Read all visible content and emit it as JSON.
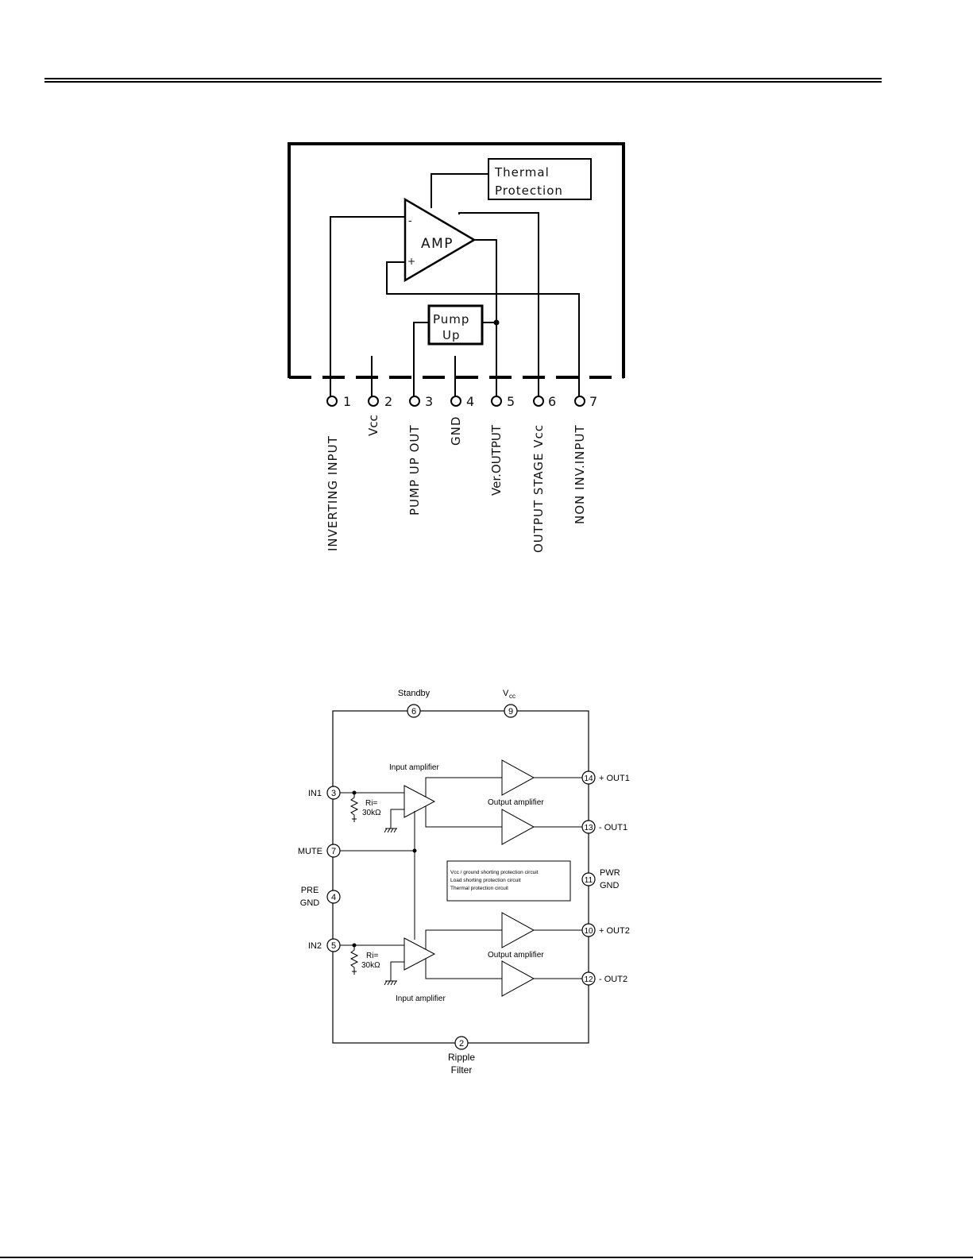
{
  "diagram1": {
    "thermal_line1": "Thermal",
    "thermal_line2": "Protection",
    "amp_label": "AMP",
    "amp_minus": "-",
    "amp_plus": "+",
    "pump_line1": "Pump",
    "pump_line2": "Up",
    "pins": [
      {
        "num": "1",
        "label": "INVERTING INPUT"
      },
      {
        "num": "2",
        "label": "Vcc"
      },
      {
        "num": "3",
        "label": "PUMP UP OUT"
      },
      {
        "num": "4",
        "label": "GND"
      },
      {
        "num": "5",
        "label": "Ver.OUTPUT"
      },
      {
        "num": "6",
        "label": "OUTPUT STAGE Vcc"
      },
      {
        "num": "7",
        "label": "NON INV.INPUT"
      }
    ]
  },
  "diagram2": {
    "standby": {
      "num": "6",
      "label": "Standby"
    },
    "vcc": {
      "num": "9",
      "label": "V",
      "sub": "cc"
    },
    "in1": {
      "num": "3",
      "label": "IN1"
    },
    "mute": {
      "num": "7",
      "label": "MUTE"
    },
    "pre_gnd": {
      "num": "4",
      "label_line1": "PRE",
      "label_line2": "GND"
    },
    "in2": {
      "num": "5",
      "label": "IN2"
    },
    "out1_plus": {
      "num": "14",
      "label": "+ OUT1"
    },
    "out1_minus": {
      "num": "13",
      "label": "- OUT1"
    },
    "pwr_gnd": {
      "num": "11",
      "label_line1": "PWR",
      "label_line2": "GND"
    },
    "out2_plus": {
      "num": "10",
      "label": "+ OUT2"
    },
    "out2_minus": {
      "num": "12",
      "label": "- OUT2"
    },
    "ripple": {
      "num": "2",
      "label_line1": "Ripple",
      "label_line2": "Filter"
    },
    "input_amp_top": "Input amplifier",
    "input_amp_bottom": "Input amplifier",
    "output_amp_top": "Output amplifier",
    "output_amp_bottom": "Output amplifier",
    "ri_top_line1": "Ri=",
    "ri_top_line2": "30kΩ",
    "ri_bottom_line1": "Ri=",
    "ri_bottom_line2": "30kΩ",
    "protection_line1": "Vcc / ground shorting protection circuit",
    "protection_line2": "Load shorting protection circuit",
    "protection_line3": "Thermal protection circuit"
  }
}
